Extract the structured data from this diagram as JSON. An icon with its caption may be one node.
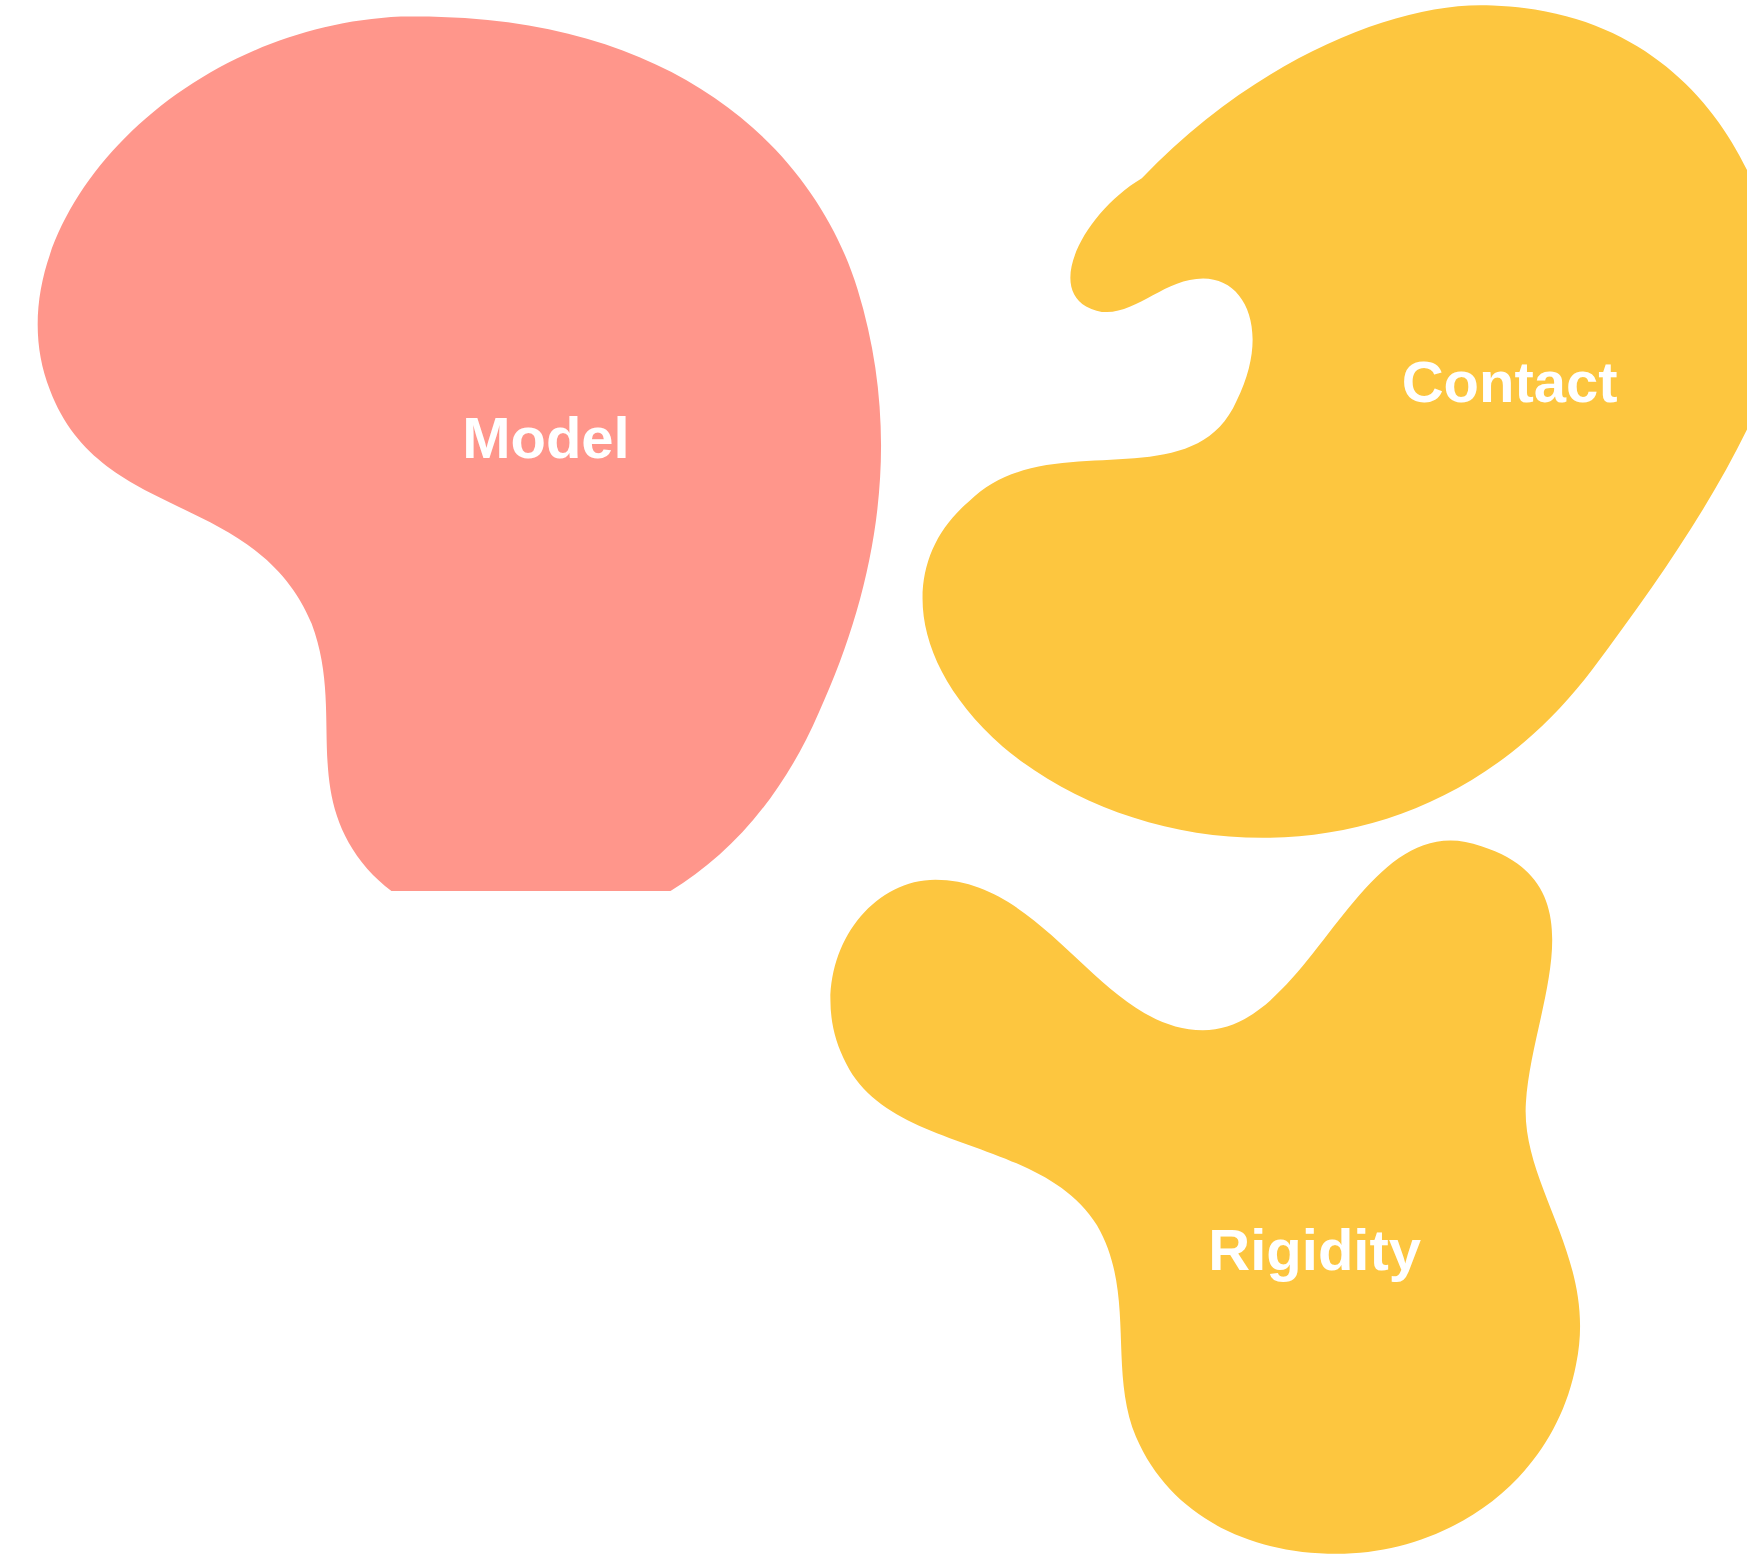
{
  "diagram": {
    "nodes": [
      {
        "text": [
          "Model"
        ]
      },
      {
        "text": [
          "Contact"
        ]
      },
      {
        "text": [
          "Rigidity"
        ]
      }
    ]
  }
}
